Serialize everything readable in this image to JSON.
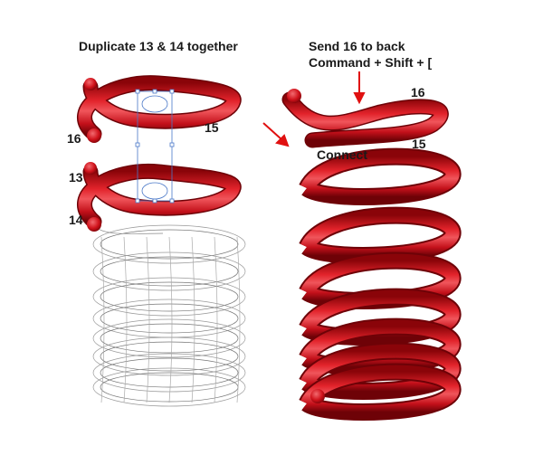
{
  "left_panel": {
    "title": "Duplicate 13 & 14 together",
    "labels": {
      "n16": "16",
      "n15": "15",
      "n13": "13",
      "n14": "14"
    }
  },
  "right_panel": {
    "title_line1": "Send 16 to back",
    "title_line2": "Command + Shift + [",
    "labels": {
      "n16": "16",
      "n15": "15",
      "connect": "Connect"
    }
  },
  "colors": {
    "spring_red": "#d0121b",
    "spring_dark": "#7e0308",
    "spring_highlight": "#f26a6f",
    "wire": "#4a4a4a",
    "arrow": "#e01010",
    "selection": "#4a78c8"
  }
}
